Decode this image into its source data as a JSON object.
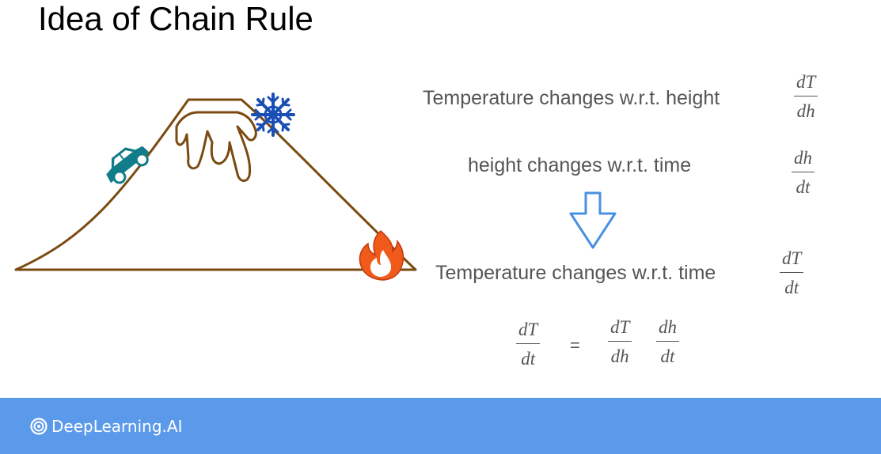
{
  "title": "Idea of Chain Rule",
  "statements": {
    "temp_height": "Temperature changes w.r.t. height",
    "height_time": "height changes w.r.t. time",
    "temp_time": "Temperature changes w.r.t. time"
  },
  "fractions": {
    "dT_dh": {
      "num": "dT",
      "den": "dh"
    },
    "dh_dt": {
      "num": "dh",
      "den": "dt"
    },
    "dT_dt": {
      "num": "dT",
      "den": "dt"
    }
  },
  "equation": {
    "lhs": {
      "num": "dT",
      "den": "dt"
    },
    "equals": "=",
    "rhs1": {
      "num": "dT",
      "den": "dh"
    },
    "rhs2": {
      "num": "dh",
      "den": "dt"
    }
  },
  "icons": [
    "mountain-icon",
    "car-icon",
    "snowflake-icon",
    "fire-icon",
    "down-arrow-icon",
    "deeplearning-logo-icon"
  ],
  "colors": {
    "mountain": "#7a4a10",
    "car": "#117c8a",
    "snowflake": "#1a4fb5",
    "fire": "#f05a1a",
    "arrow": "#4a90e2",
    "footer": "#5b9aea"
  },
  "footer": {
    "brand": "DeepLearning.AI"
  }
}
